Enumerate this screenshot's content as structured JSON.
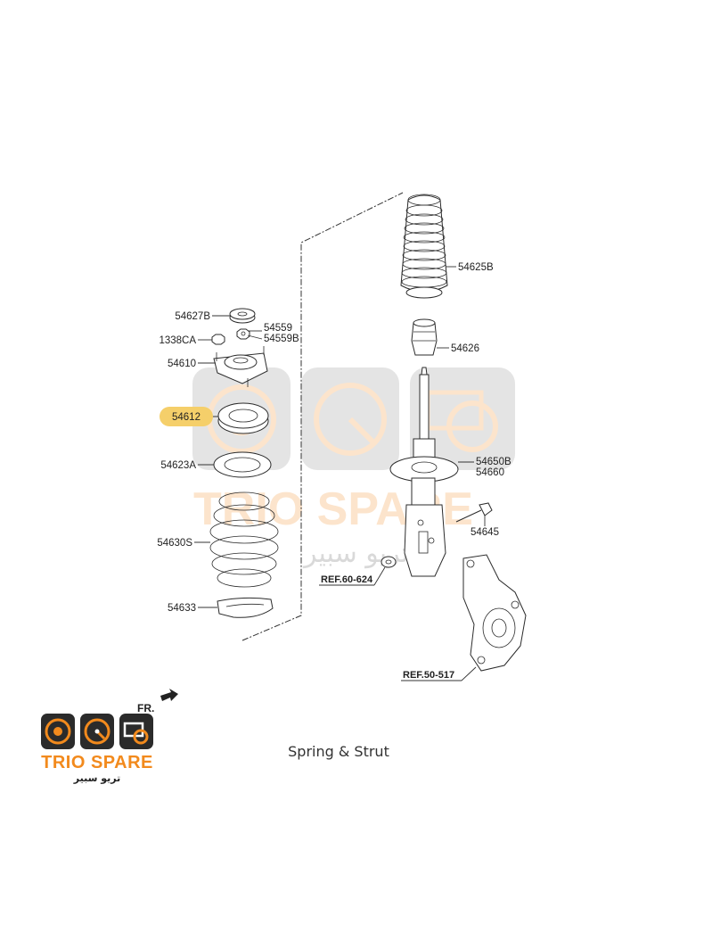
{
  "caption": "Spring & Strut",
  "brand": {
    "name": "TRIO SPARE",
    "arabic": "تريو سبير",
    "accent_color": "#f28a1d",
    "tile_color": "#2b2b2b",
    "icons": [
      "speaker-icon",
      "speedometer-icon",
      "engine-icon"
    ]
  },
  "highlight_color": "#f5cf6a",
  "direction_label": "FR.",
  "parts": {
    "p54627B": "54627B",
    "p54559": "54559",
    "p54559B": "54559B",
    "p1338CA": "1338CA",
    "p54610": "54610",
    "p54612": "54612",
    "p54623A": "54623A",
    "p54630S": "54630S",
    "p54633": "54633",
    "p54625B": "54625B",
    "p54626": "54626",
    "p54650B": "54650B",
    "p54660": "54660",
    "p54645": "54645"
  },
  "refs": {
    "ref1": "REF.60-624",
    "ref2": "REF.50-517"
  }
}
